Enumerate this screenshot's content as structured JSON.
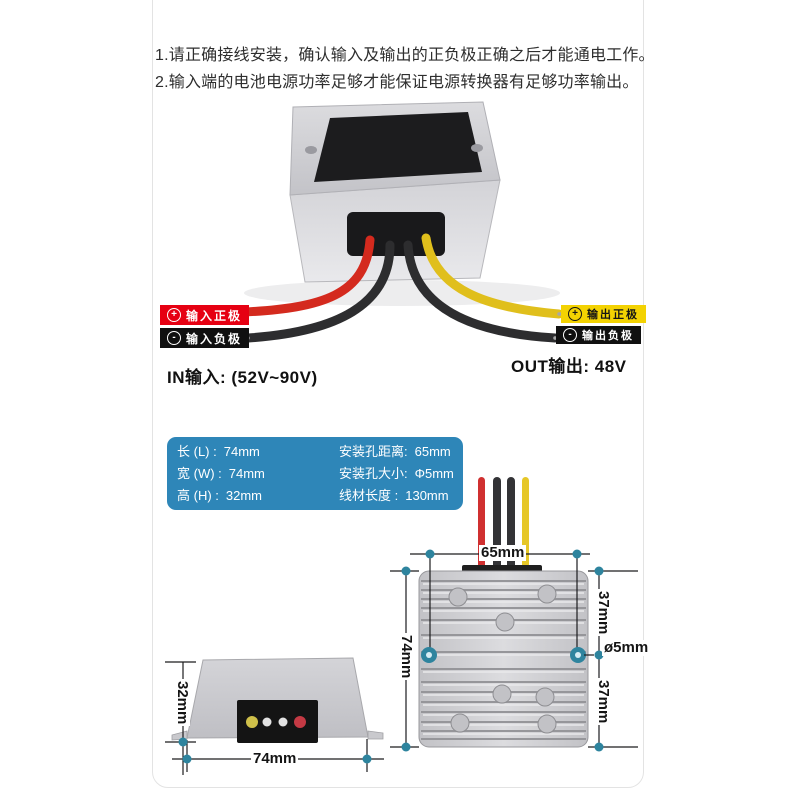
{
  "instructions": {
    "line1": "1.请正确接线安装，确认输入及输出的正负极正确之后才能通电工作。",
    "line2": "2.输入端的电池电源功率足够才能保证电源转换器有足够功率输出。"
  },
  "photo_labels": {
    "input_positive": {
      "sign": "+",
      "text": "输入正极"
    },
    "input_negative": {
      "sign": "-",
      "text": "输入负极"
    },
    "output_positive": {
      "sign": "+",
      "text": "输出正极"
    },
    "output_negative": {
      "sign": "-",
      "text": "输出负极"
    }
  },
  "ratings": {
    "input": "IN输入: (52V~90V)",
    "output": "OUT输出: 48V"
  },
  "spec_table": {
    "rows": [
      {
        "left_label": "长 (L) :",
        "left_value": "74mm",
        "right_label": "安装孔距离:",
        "right_value": "65mm"
      },
      {
        "left_label": "宽 (W) :",
        "left_value": "74mm",
        "right_label": "安装孔大小:",
        "right_value": "Φ5mm"
      },
      {
        "left_label": "高 (H) :",
        "left_value": "32mm",
        "right_label": "线材长度 :",
        "right_value": "130mm"
      }
    ]
  },
  "dimensions": {
    "top_view": {
      "hole_distance": "65mm",
      "body_height": "74mm",
      "hole_offset_top": "37mm",
      "hole_diameter": "ø5mm",
      "hole_offset_bottom": "37mm"
    },
    "side_view": {
      "height": "32mm",
      "width": "74mm"
    }
  },
  "colors": {
    "accent_blue": "#2e86b8",
    "dim_teal": "#2e849e",
    "label_red": "#e60012",
    "label_yellow": "#f3d202",
    "label_black": "#101010",
    "wire_red": "#d42a1e",
    "wire_yellow": "#e0bf1c",
    "wire_black": "#2d2d2f"
  }
}
